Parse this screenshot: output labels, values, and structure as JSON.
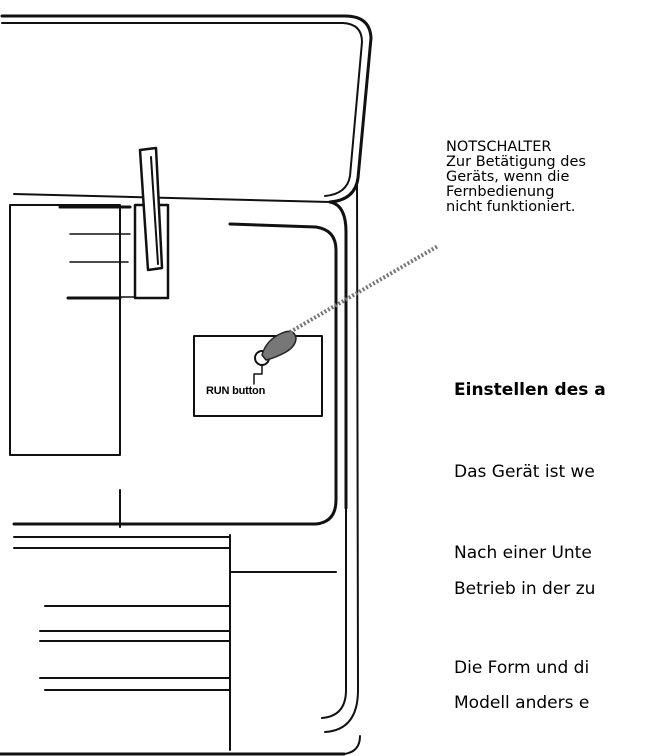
{
  "callout": {
    "lines": [
      "NOTSCHALTER",
      "Zur Betätigung des",
      "Geräts, wenn die",
      "Fernbedienung",
      "nicht funktioniert."
    ]
  },
  "diagram": {
    "run_button_label": "RUN button"
  },
  "section": {
    "heading": "Einstellen des a",
    "paragraphs": [
      "Das Gerät ist we",
      "Nach einer Unte",
      "Betrieb in der zu",
      "Die Form und di",
      "Modell anders e"
    ]
  }
}
